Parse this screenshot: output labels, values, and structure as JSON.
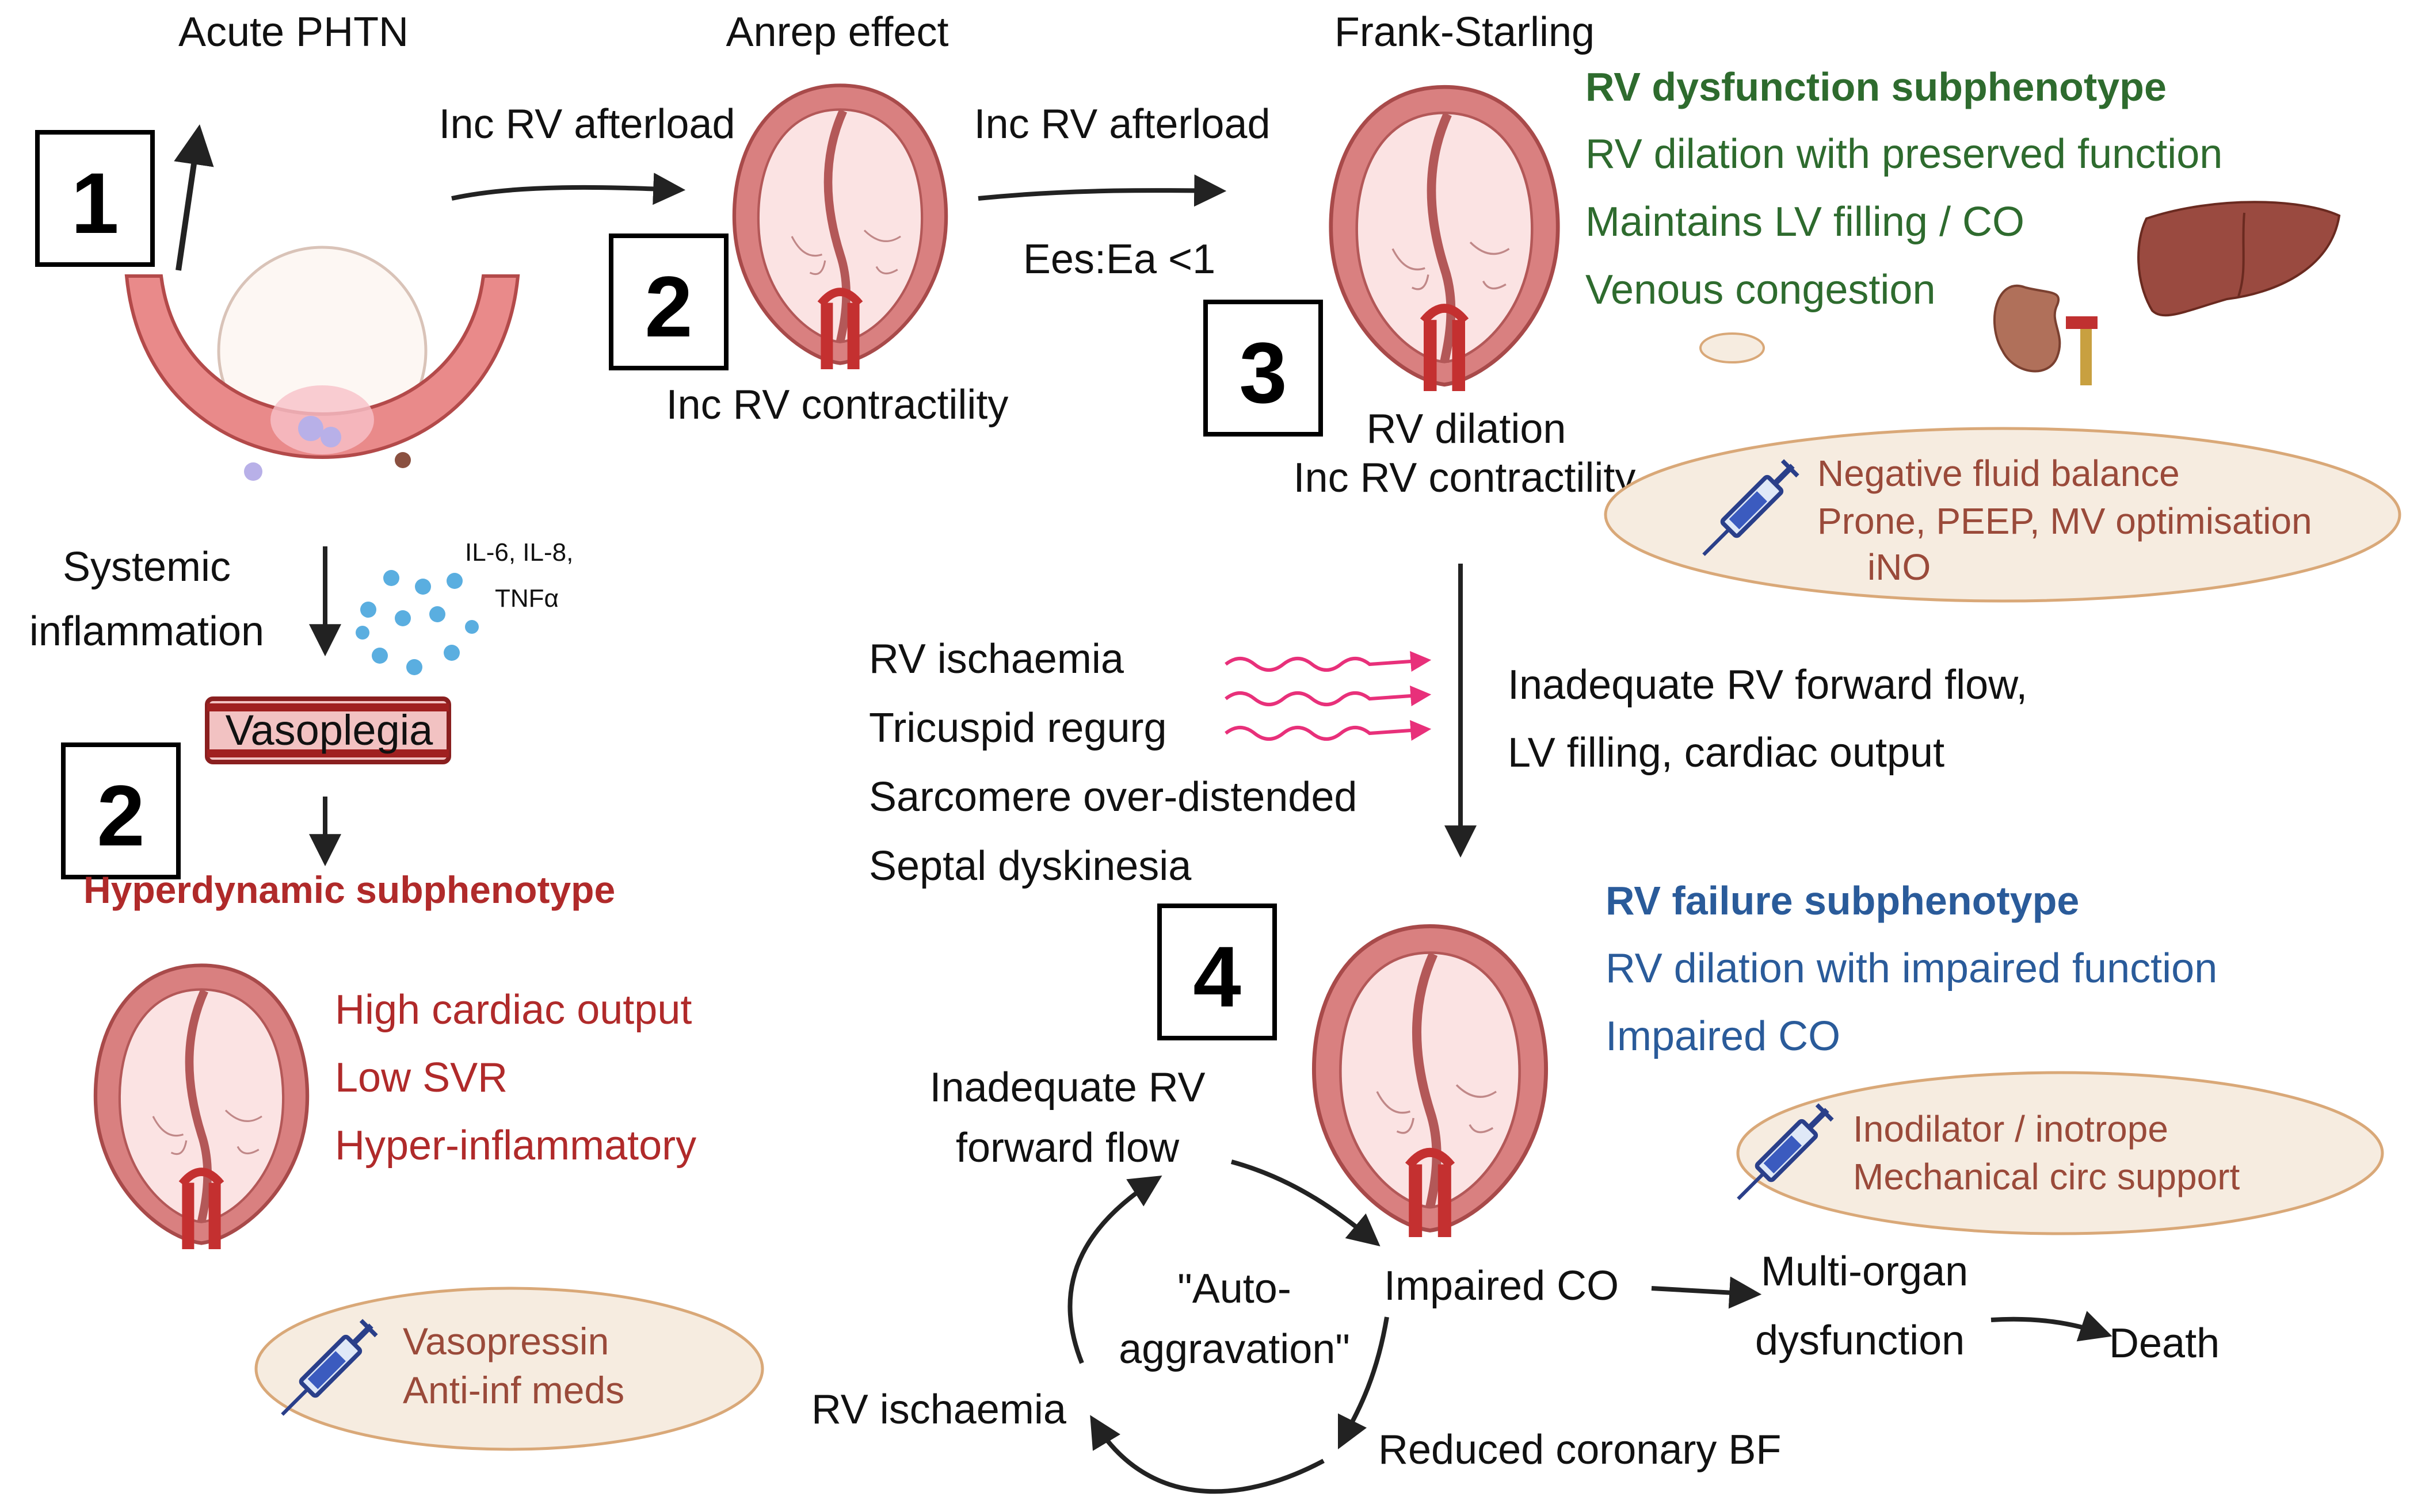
{
  "stage1": {
    "number": "1",
    "label": "Acute PHTN",
    "inflammation_line1": "Systemic",
    "inflammation_line2": "inflammation",
    "cytokines_line1": "IL-6, IL-8,",
    "cytokines_line2": "TNFα",
    "vasoplegia": "Vasoplegia"
  },
  "hyperdynamic": {
    "number": "2",
    "title": "Hyperdynamic subphenotype",
    "features": [
      "High cardiac output",
      "Low SVR",
      "Hyper-inflammatory"
    ],
    "treatments": [
      "Vasopressin",
      "Anti-inf meds"
    ]
  },
  "stage2": {
    "number": "2",
    "title": "Anrep effect",
    "afterload_in": "Inc RV afterload",
    "afterload_out": "Inc RV afterload",
    "contractility": "Inc RV contractility",
    "ees_ea": "Ees:Ea <1"
  },
  "stage3": {
    "number": "3",
    "title": "Frank-Starling",
    "dilation": "RV dilation",
    "contractility": "Inc RV contractility",
    "subphenotype_title": "RV dysfunction subphenotype",
    "features": [
      "RV dilation with preserved function",
      "Maintains LV filling / CO",
      "Venous congestion"
    ],
    "treatments": [
      "Negative fluid balance",
      "Prone, PEEP, MV optimisation",
      "iNO"
    ]
  },
  "transition": {
    "causes": [
      "RV ischaemia",
      "Tricuspid regurg",
      "Sarcomere over-distended",
      "Septal dyskinesia"
    ],
    "result_line1": "Inadequate RV forward flow,",
    "result_line2": "LV filling, cardiac output"
  },
  "stage4": {
    "number": "4",
    "subphenotype_title": "RV failure subphenotype",
    "features": [
      "RV dilation with impaired function",
      "Impaired CO"
    ],
    "treatments": [
      "Inodilator / inotrope",
      "Mechanical circ support"
    ]
  },
  "cycle": {
    "center_line1": "\"Auto-",
    "center_line2": "aggravation\"",
    "flow_line1": "Inadequate RV",
    "flow_line2": "forward flow",
    "impaired_co": "Impaired CO",
    "reduced_bf": "Reduced coronary BF",
    "ischaemia": "RV ischaemia",
    "mod_line1": "Multi-organ",
    "mod_line2": "dysfunction",
    "death": "Death"
  },
  "colors": {
    "green": "#2e6b2e",
    "blue": "#2a5b9a",
    "red": "#b02a2a",
    "treatment_text": "#9a4a3a",
    "cloud_fill": "#f6ece0",
    "heart_wall": "#d98080",
    "heart_inner": "#fbe3e3",
    "pink_arrow": "#e8307a"
  }
}
